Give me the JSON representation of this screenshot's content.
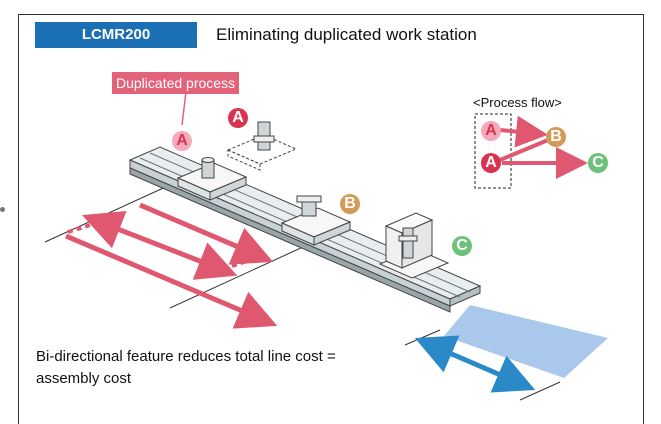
{
  "header": {
    "model": "LCMR200",
    "headline": "Eliminating duplicated work station"
  },
  "diagram": {
    "duplicated_label": "Duplicated process",
    "process_flow_title": "<Process flow>",
    "markers": {
      "a": "A",
      "b": "B",
      "c": "C"
    },
    "caption_line1": "Bi-directional feature reduces total line cost =",
    "caption_line2": "assembly cost"
  },
  "colors": {
    "badge_blue": "#1b6fb5",
    "arrow_red": "#e05870",
    "arrow_blue": "#2a8ac8",
    "area_blue": "#a9c8ec",
    "marker_red": "#d8334f",
    "marker_pink": "#f5a9bb",
    "marker_orange": "#d49a5a",
    "marker_green": "#6cc27a"
  }
}
